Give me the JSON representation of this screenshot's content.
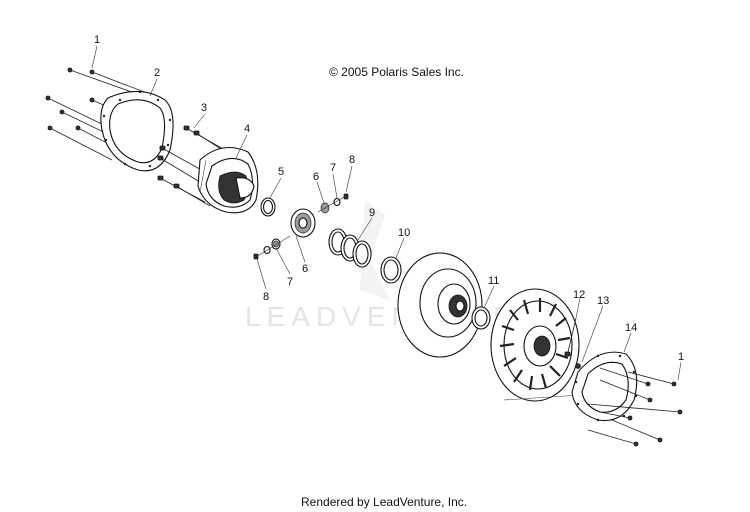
{
  "copyright": "© 2005 Polaris Sales Inc.",
  "rendered_by": "Rendered by LeadVenture, Inc.",
  "watermark": "LEADVENTURE",
  "callouts": {
    "c1a": "1",
    "c2": "2",
    "c3": "3",
    "c4": "4",
    "c5": "5",
    "c6a": "6",
    "c7a": "7",
    "c8a": "8",
    "c9": "9",
    "c10": "10",
    "c6b": "6",
    "c7b": "7",
    "c8b": "8",
    "c11": "11",
    "c12": "12",
    "c13": "13",
    "c14": "14",
    "c1b": "1"
  }
}
